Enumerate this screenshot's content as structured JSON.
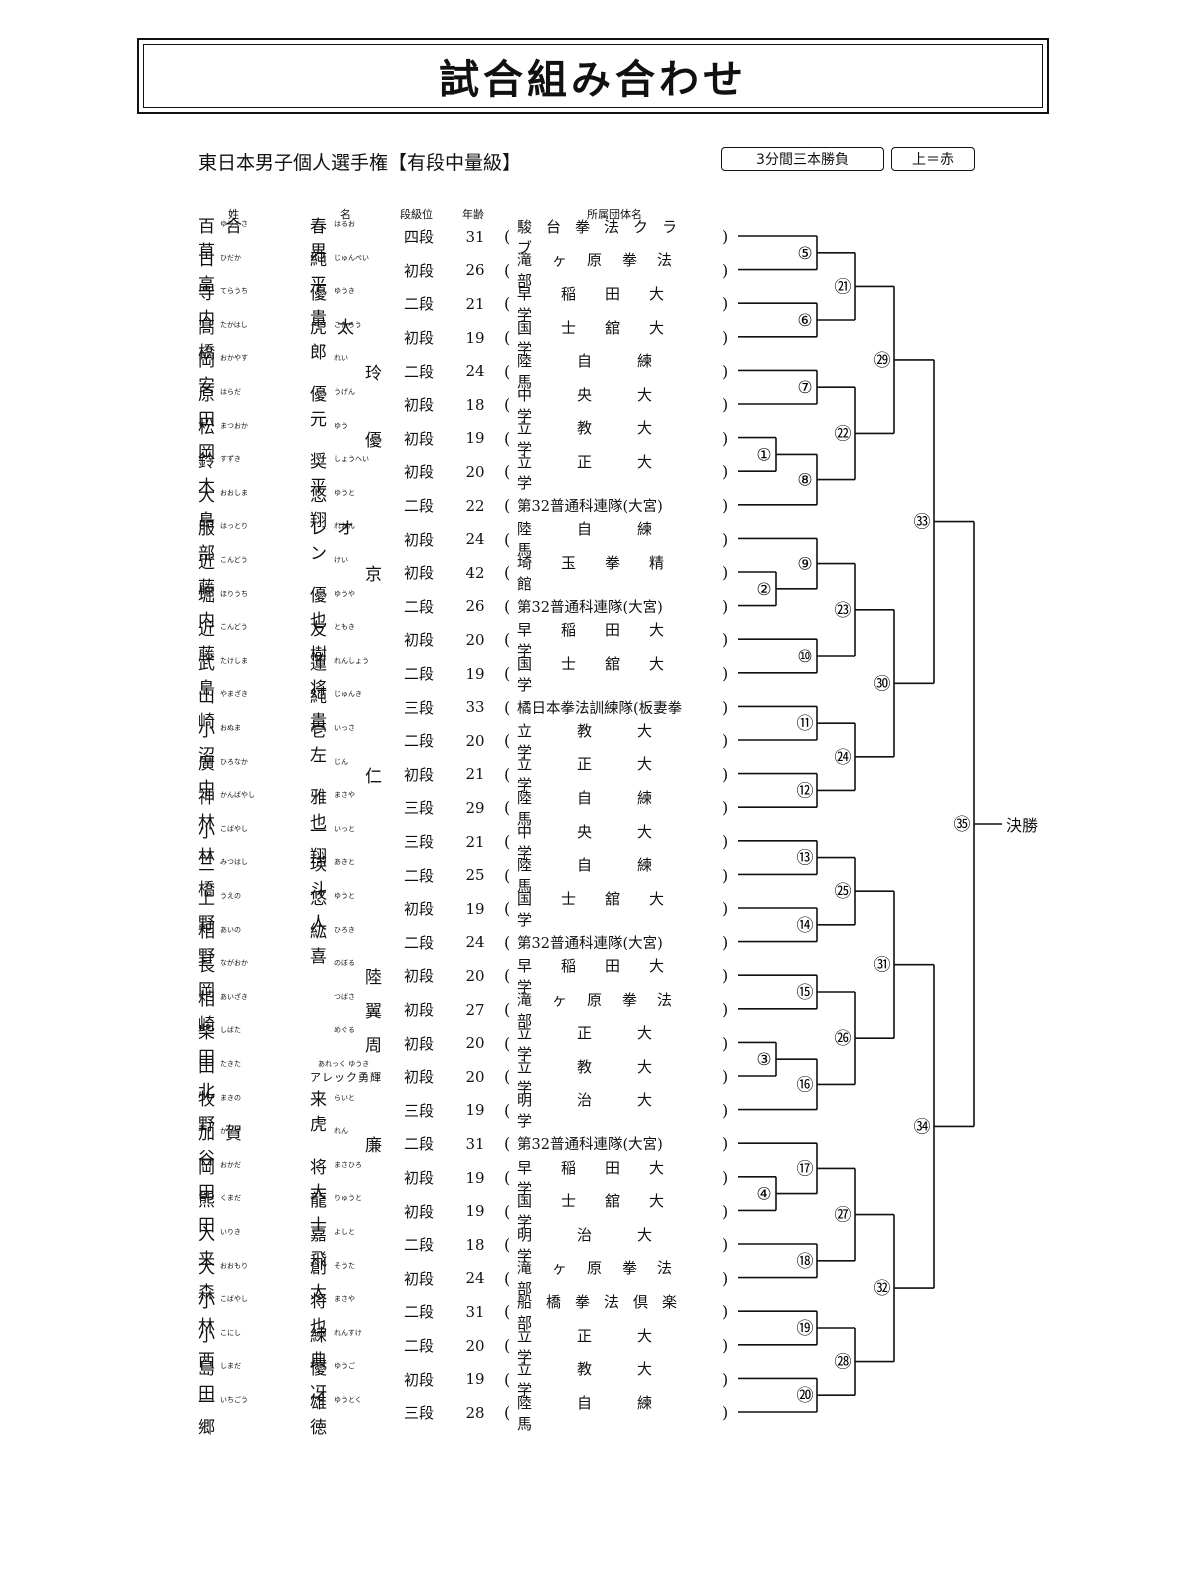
{
  "title": "試合組み合わせ",
  "event": "東日本男子個人選手権【有段中量級】",
  "rules": [
    "3分間三本勝負",
    "上＝赤"
  ],
  "headers": {
    "surname": "姓",
    "given": "名",
    "rank": "段級位",
    "age": "年齢",
    "club": "所属団体名"
  },
  "final_label": "決勝",
  "players": [
    {
      "s": "百合草",
      "sr": "ゆりくさ",
      "g": "春男",
      "gr": "はるお",
      "rank": "四段",
      "age": "31",
      "club": "駿台拳法クラブ"
    },
    {
      "s": "日高",
      "sr": "ひだか",
      "g": "純平",
      "gr": "じゅんぺい",
      "rank": "初段",
      "age": "26",
      "club": "滝ヶ原拳法部"
    },
    {
      "s": "寺内",
      "sr": "てらうち",
      "g": "優貴",
      "gr": "ゆうき",
      "rank": "二段",
      "age": "21",
      "club": "早稲田大学"
    },
    {
      "s": "髙橋",
      "sr": "たかはし",
      "g": "虎太郎",
      "gr": "こたろう",
      "rank": "初段",
      "age": "19",
      "club": "国士舘大学"
    },
    {
      "s": "岡安",
      "sr": "おかやす",
      "g": "玲",
      "gr": "れい",
      "rank": "二段",
      "age": "24",
      "club": "陸自練馬"
    },
    {
      "s": "原田",
      "sr": "はらだ",
      "g": "優元",
      "gr": "うげん",
      "rank": "初段",
      "age": "18",
      "club": "中央大学"
    },
    {
      "s": "松岡",
      "sr": "まつおか",
      "g": "優",
      "gr": "ゆう",
      "rank": "初段",
      "age": "19",
      "club": "立教大学"
    },
    {
      "s": "鈴木",
      "sr": "すずき",
      "g": "奨平",
      "gr": "しょうへい",
      "rank": "初段",
      "age": "20",
      "club": "立正大学"
    },
    {
      "s": "大島",
      "sr": "おおしま",
      "g": "悠翔",
      "gr": "ゆうと",
      "rank": "二段",
      "age": "22",
      "club": "第32普通科連隊(大宮)"
    },
    {
      "s": "服部",
      "sr": "はっとり",
      "g": "レオン",
      "gr": "れおん",
      "rank": "初段",
      "age": "24",
      "club": "陸自練馬"
    },
    {
      "s": "近藤",
      "sr": "こんどう",
      "g": "京",
      "gr": "けい",
      "rank": "初段",
      "age": "42",
      "club": "埼玉拳精館"
    },
    {
      "s": "堀内",
      "sr": "ほりうち",
      "g": "優也",
      "gr": "ゆうや",
      "rank": "二段",
      "age": "26",
      "club": "第32普通科連隊(大宮)"
    },
    {
      "s": "近藤",
      "sr": "こんどう",
      "g": "友樹",
      "gr": "ともき",
      "rank": "初段",
      "age": "20",
      "club": "早稲田大学"
    },
    {
      "s": "武島",
      "sr": "たけしま",
      "g": "蓮将",
      "gr": "れんしょう",
      "rank": "二段",
      "age": "19",
      "club": "国士舘大学"
    },
    {
      "s": "山崎",
      "sr": "やまざき",
      "g": "純貴",
      "gr": "じゅんき",
      "rank": "三段",
      "age": "33",
      "club": "橘日本拳法訓練隊(板妻拳"
    },
    {
      "s": "小沼",
      "sr": "おぬま",
      "g": "壱左",
      "gr": "いっさ",
      "rank": "二段",
      "age": "20",
      "club": "立教大学"
    },
    {
      "s": "廣中",
      "sr": "ひろなか",
      "g": "仁",
      "gr": "じん",
      "rank": "初段",
      "age": "21",
      "club": "立正大学"
    },
    {
      "s": "神林",
      "sr": "かんばやし",
      "g": "雅也",
      "gr": "まさや",
      "rank": "三段",
      "age": "29",
      "club": "陸自練馬"
    },
    {
      "s": "小林",
      "sr": "こばやし",
      "g": "一翔",
      "gr": "いっと",
      "rank": "三段",
      "age": "21",
      "club": "中央大学"
    },
    {
      "s": "三橋",
      "sr": "みつはし",
      "g": "瑛斗",
      "gr": "あきと",
      "rank": "二段",
      "age": "25",
      "club": "陸自練馬"
    },
    {
      "s": "上野",
      "sr": "うえの",
      "g": "悠人",
      "gr": "ゆうと",
      "rank": "初段",
      "age": "19",
      "club": "国士舘大学"
    },
    {
      "s": "相野",
      "sr": "あいの",
      "g": "紘喜",
      "gr": "ひろき",
      "rank": "二段",
      "age": "24",
      "club": "第32普通科連隊(大宮)"
    },
    {
      "s": "長岡",
      "sr": "ながおか",
      "g": "陸",
      "gr": "のぼる",
      "rank": "初段",
      "age": "20",
      "club": "早稲田大学"
    },
    {
      "s": "相崎",
      "sr": "あいざき",
      "g": "翼",
      "gr": "つばさ",
      "rank": "初段",
      "age": "27",
      "club": "滝ヶ原拳法部"
    },
    {
      "s": "柴田",
      "sr": "しばた",
      "g": "周",
      "gr": "めぐる",
      "rank": "初段",
      "age": "20",
      "club": "立正大学"
    },
    {
      "s": "田北",
      "sr": "たきた",
      "g": "アレック勇輝",
      "gr": "あれっく ゆうき",
      "rank": "初段",
      "age": "20",
      "club": "立教大学"
    },
    {
      "s": "牧野",
      "sr": "まきの",
      "g": "来虎",
      "gr": "らいと",
      "rank": "三段",
      "age": "19",
      "club": "明治大学"
    },
    {
      "s": "加賀谷",
      "sr": "かがや",
      "g": "廉",
      "gr": "れん",
      "rank": "二段",
      "age": "31",
      "club": "第32普通科連隊(大宮)"
    },
    {
      "s": "岡田",
      "sr": "おかだ",
      "g": "将大",
      "gr": "まさひろ",
      "rank": "初段",
      "age": "19",
      "club": "早稲田大学"
    },
    {
      "s": "熊田",
      "sr": "くまだ",
      "g": "龍士",
      "gr": "りゅうと",
      "rank": "初段",
      "age": "19",
      "club": "国士舘大学"
    },
    {
      "s": "入来",
      "sr": "いりき",
      "g": "嘉飛",
      "gr": "よしと",
      "rank": "二段",
      "age": "18",
      "club": "明治大学"
    },
    {
      "s": "大森",
      "sr": "おおもり",
      "g": "創太",
      "gr": "そうた",
      "rank": "初段",
      "age": "24",
      "club": "滝ヶ原拳法部"
    },
    {
      "s": "小林",
      "sr": "こばやし",
      "g": "将也",
      "gr": "まさや",
      "rank": "二段",
      "age": "31",
      "club": "船橋拳法倶楽部"
    },
    {
      "s": "小西",
      "sr": "こにし",
      "g": "練典",
      "gr": "れんすけ",
      "rank": "二段",
      "age": "20",
      "club": "立正大学"
    },
    {
      "s": "島田",
      "sr": "しまだ",
      "g": "優冴",
      "gr": "ゆうご",
      "rank": "初段",
      "age": "19",
      "club": "立教大学"
    },
    {
      "s": "一郷",
      "sr": "いちごう",
      "g": "雄徳",
      "gr": "ゆうとく",
      "rank": "三段",
      "age": "28",
      "club": "陸自練馬"
    }
  ],
  "bracket_labels": [
    "①",
    "②",
    "③",
    "④",
    "⑤",
    "⑥",
    "⑦",
    "⑧",
    "⑨",
    "⑩",
    "⑪",
    "⑫",
    "⑬",
    "⑭",
    "⑮",
    "⑯",
    "⑰",
    "⑱",
    "⑲",
    "⑳",
    "㉑",
    "㉒",
    "㉓",
    "㉔",
    "㉕",
    "㉖",
    "㉗",
    "㉘",
    "㉙",
    "㉚",
    "㉛",
    "㉜",
    "㉝",
    "㉞",
    "㉟"
  ]
}
